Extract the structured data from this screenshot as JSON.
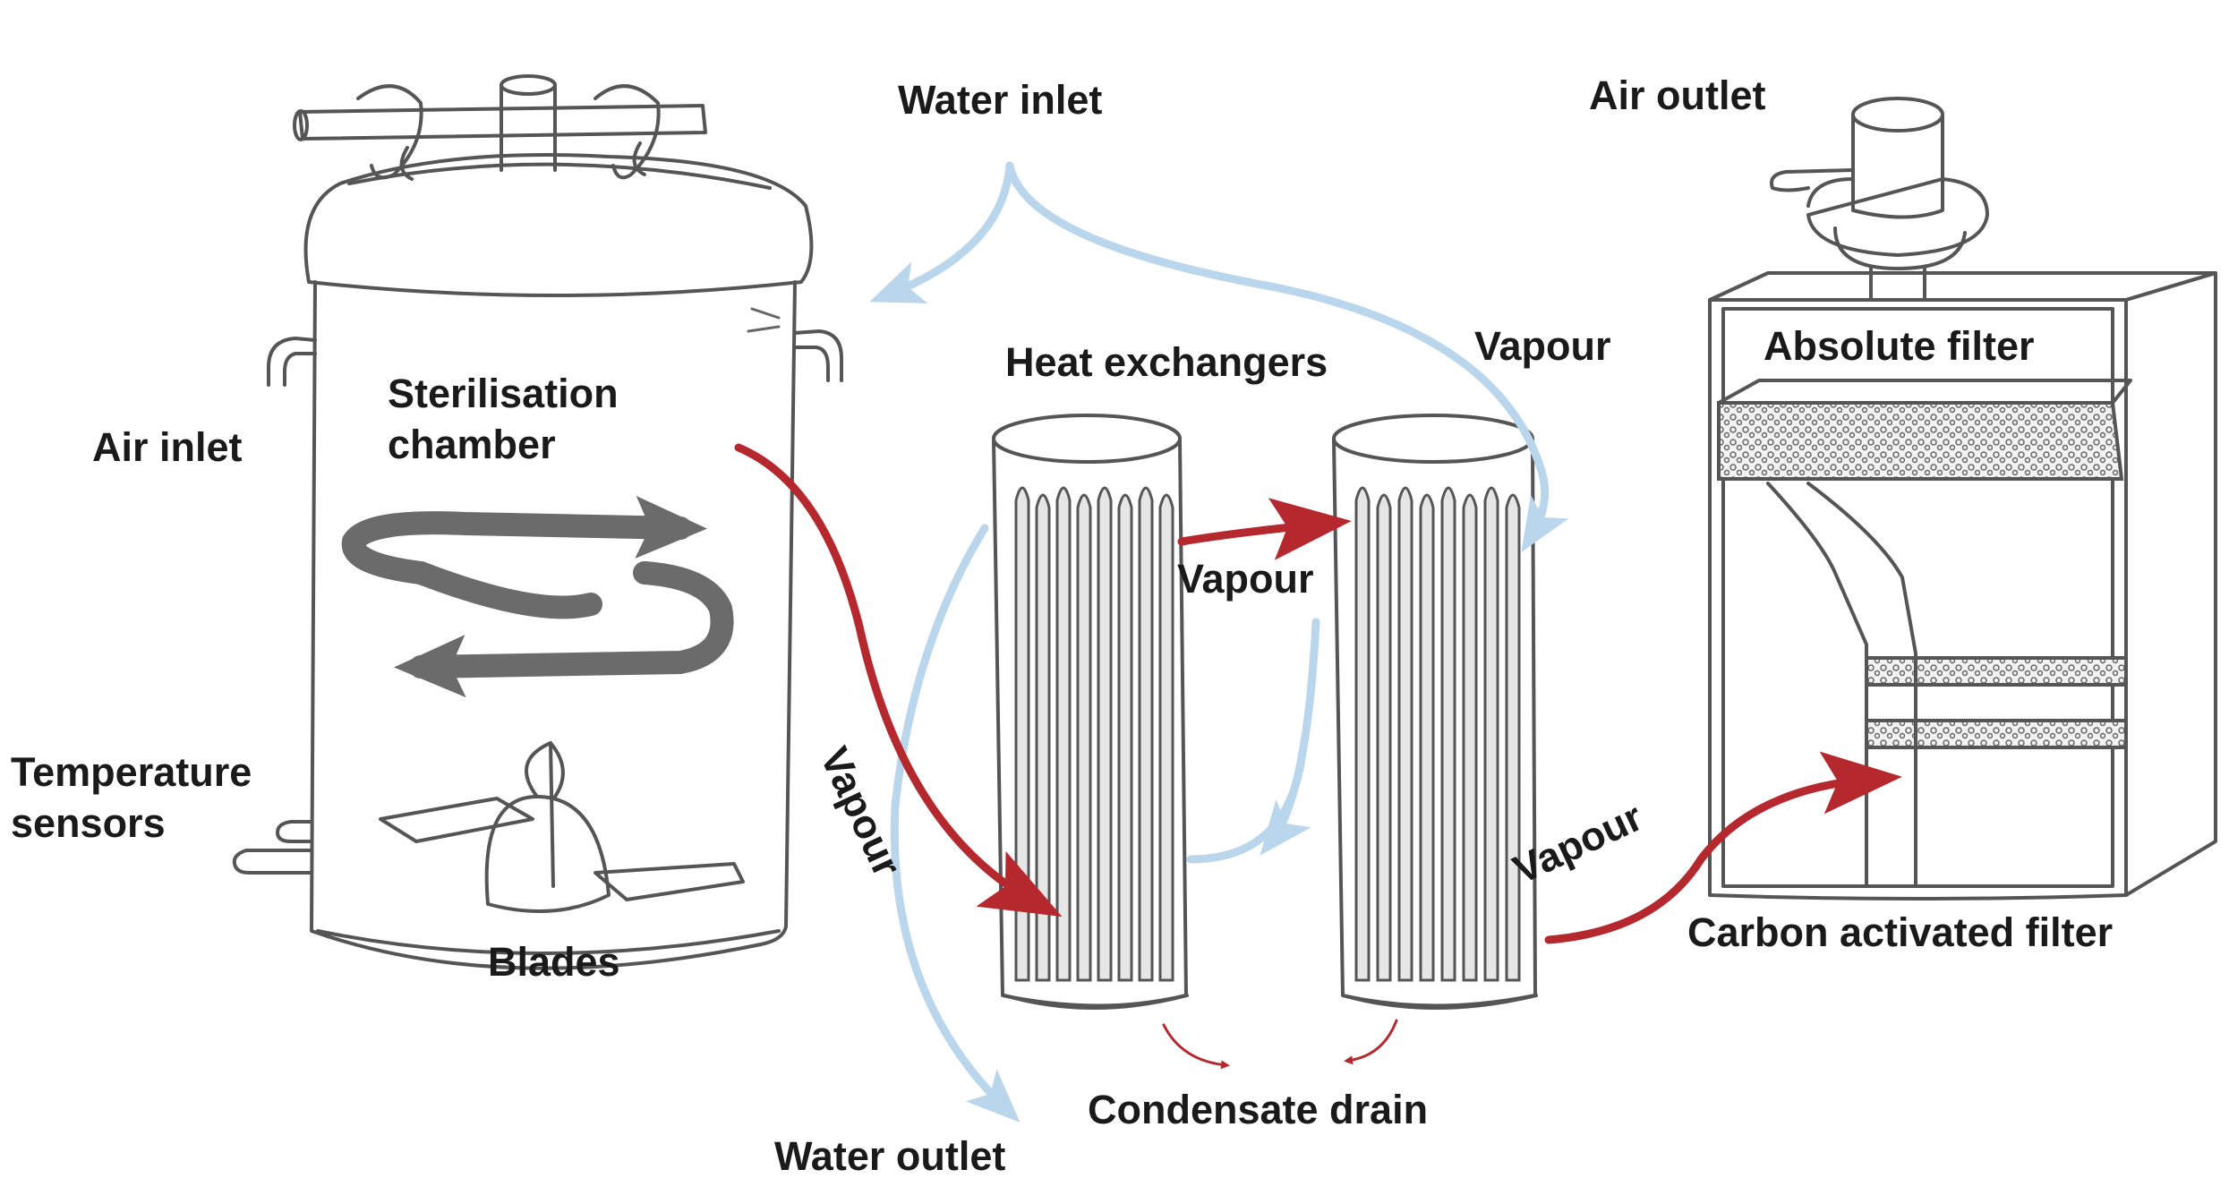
{
  "labels": {
    "water_inlet": "Water inlet",
    "air_outlet": "Air outlet",
    "heat_exchangers": "Heat exchangers",
    "vapour_top": "Vapour",
    "absolute_filter": "Absolute filter",
    "sterilisation_chamber_line1": "Sterilisation",
    "sterilisation_chamber_line2": "chamber",
    "air_inlet": "Air inlet",
    "vapour_middle": "Vapour",
    "vapour_vertical": "Vapour",
    "temperature_sensors_line1": "Temperature",
    "temperature_sensors_line2": "sensors",
    "vapour_right": "Vapour",
    "carbon_activated_filter": "Carbon activated filter",
    "blades": "Blades",
    "condensate_drain": "Condensate drain",
    "water_outlet": "Water outlet"
  },
  "colors": {
    "vapour_flow": "#b5282e",
    "water_flow": "#b9d6ec",
    "outline": "#555555",
    "rotation_arrow": "#6b6b6b"
  }
}
